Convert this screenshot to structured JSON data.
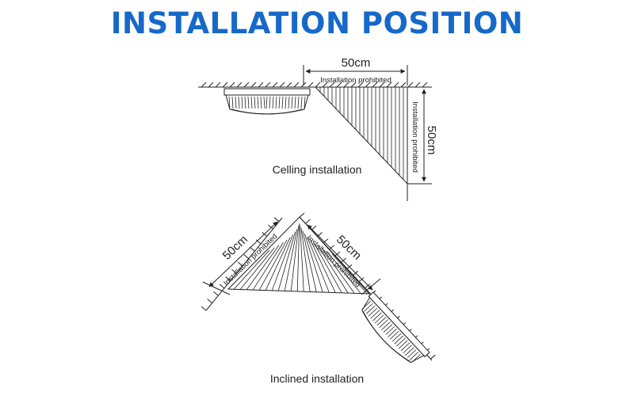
{
  "title": "INSTALLATION POSITION",
  "colors": {
    "title": "#1669c9",
    "line": "#222222",
    "device_fill": "#ffffff"
  },
  "ceiling": {
    "width_dimension": "50cm",
    "height_dimension": "50cm",
    "horizontal_note": "Installation prohibited",
    "vertical_note": "Installation prohibited",
    "caption": "Celling installation"
  },
  "inclined": {
    "left_dimension": "50cm",
    "right_dimension": "50cm",
    "left_note": "Installation prohibited",
    "right_note": "Installation prohibited",
    "caption": "Inclined installation"
  }
}
